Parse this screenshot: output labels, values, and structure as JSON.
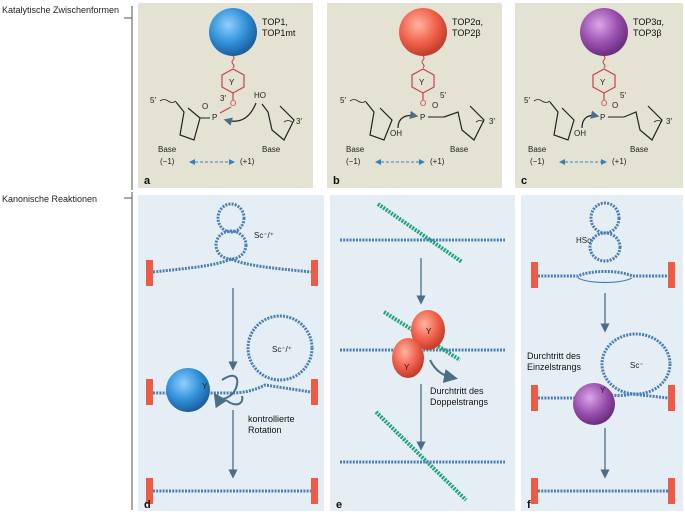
{
  "side_labels": {
    "row1": "Katalytische Zwischenformen",
    "row2": "Kanonische Reaktionen"
  },
  "panels": {
    "a": {
      "letter": "a",
      "enzyme_line1": "TOP1,",
      "enzyme_line2": "TOP1mt",
      "color": "#2f8fd6",
      "tyrosine": "Y",
      "five_prime": "5′",
      "three_prime_ring": "3′",
      "three_prime_end": "3′",
      "oh": "HO",
      "o_minus": "O",
      "p": "P",
      "base_left": "Base",
      "base_right": "Base",
      "minus1": "(−1)",
      "plus1": "(+1)"
    },
    "b": {
      "letter": "b",
      "enzyme_line1": "TOP2α,",
      "enzyme_line2": "TOP2β",
      "color": "#f0604a",
      "tyrosine": "Y",
      "five_prime": "5′",
      "five_prime_top": "5′",
      "three_prime_end": "3′",
      "oh": "OH",
      "o_minus": "O",
      "p": "P",
      "base_left": "Base",
      "base_right": "Base",
      "minus1": "(−1)",
      "plus1": "(+1)"
    },
    "c": {
      "letter": "c",
      "enzyme_line1": "TOP3α,",
      "enzyme_line2": "TOP3β",
      "color": "#9a4fae",
      "tyrosine": "Y",
      "five_prime": "5′",
      "five_prime_top": "5′",
      "three_prime_end": "3′",
      "oh": "OH",
      "o_minus": "O",
      "p": "P",
      "base_left": "Base",
      "base_right": "Base",
      "minus1": "(−1)",
      "plus1": "(+1)"
    },
    "d": {
      "letter": "d",
      "sc_top": "Sc⁻/⁺",
      "sc_loop": "Sc⁻/⁺",
      "tyrosine": "Y",
      "label_line1": "kontrollierte",
      "label_line2": "Rotation",
      "color": "#2f8fd6"
    },
    "e": {
      "letter": "e",
      "tyrosine_top": "Y",
      "tyrosine_bottom": "Y",
      "label_line1": "Durchtritt des",
      "label_line2": "Doppelstrangs",
      "color": "#f0604a"
    },
    "f": {
      "letter": "f",
      "hsc": "HSc⁻",
      "sc_loop": "Sc⁻",
      "tyrosine": "Y",
      "label_line1": "Durchtritt des",
      "label_line2": "Einzelstrangs",
      "color": "#9a4fae"
    }
  }
}
